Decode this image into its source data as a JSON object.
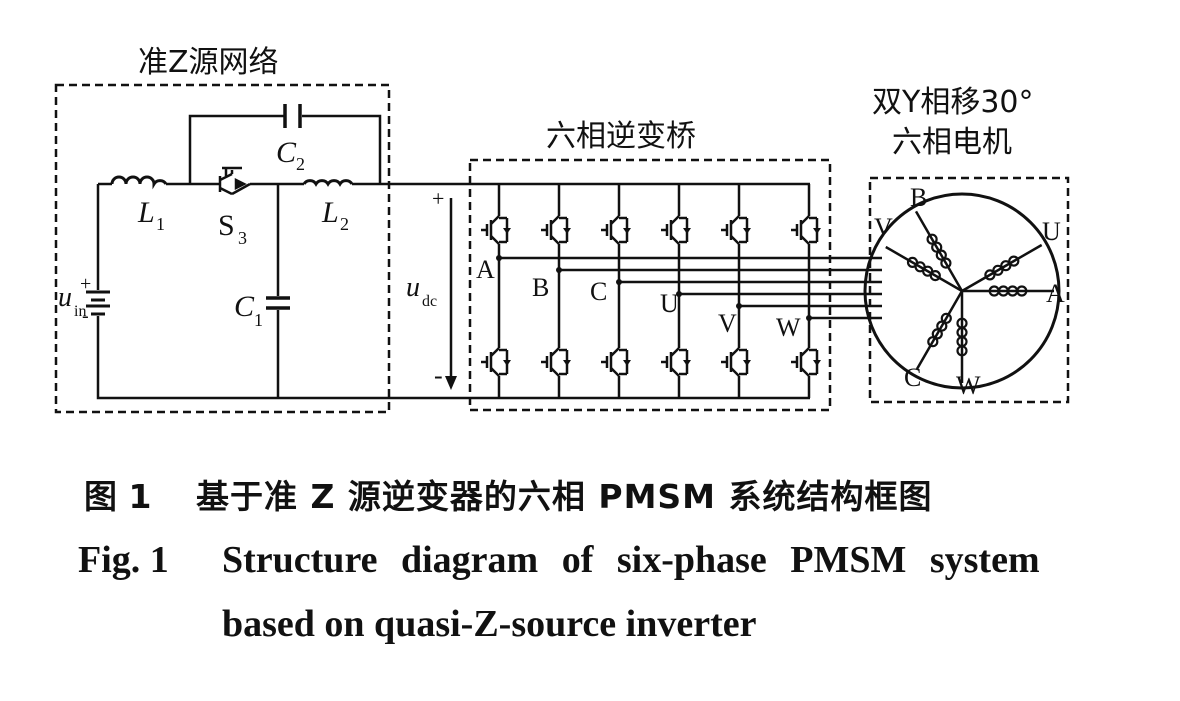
{
  "labels": {
    "qz_network": "准Z源网络",
    "inverter": "六相逆变桥",
    "motor_line1": "双Y相移30°",
    "motor_line2": "六相电机",
    "L1": "L",
    "L1_sub": "1",
    "L2": "L",
    "L2_sub": "2",
    "C1": "C",
    "C1_sub": "1",
    "C2": "C",
    "C2_sub": "2",
    "S3": "S",
    "S3_sub": "3",
    "uin": "u",
    "uin_sub": "in",
    "udc": "u",
    "udc_sub": "dc",
    "plus": "+",
    "minus": "-",
    "bat_plus": "+",
    "bat_minus": "-",
    "phase_A": "A",
    "phase_B": "B",
    "phase_C": "C",
    "phase_U": "U",
    "phase_V": "V",
    "phase_W": "W"
  },
  "motor_labels": {
    "B": "B",
    "V": "V",
    "U": "U",
    "A": "A",
    "C": "C",
    "W": "W"
  },
  "caption": {
    "cn_num": "图 1",
    "cn_text": "基于准 Z 源逆变器的六相 PMSM 系统结构框图",
    "en_num": "Fig. 1",
    "en_text_line1": "Structure diagram of six-phase PMSM system",
    "en_text_line2": "based on quasi-Z-source inverter"
  }
}
